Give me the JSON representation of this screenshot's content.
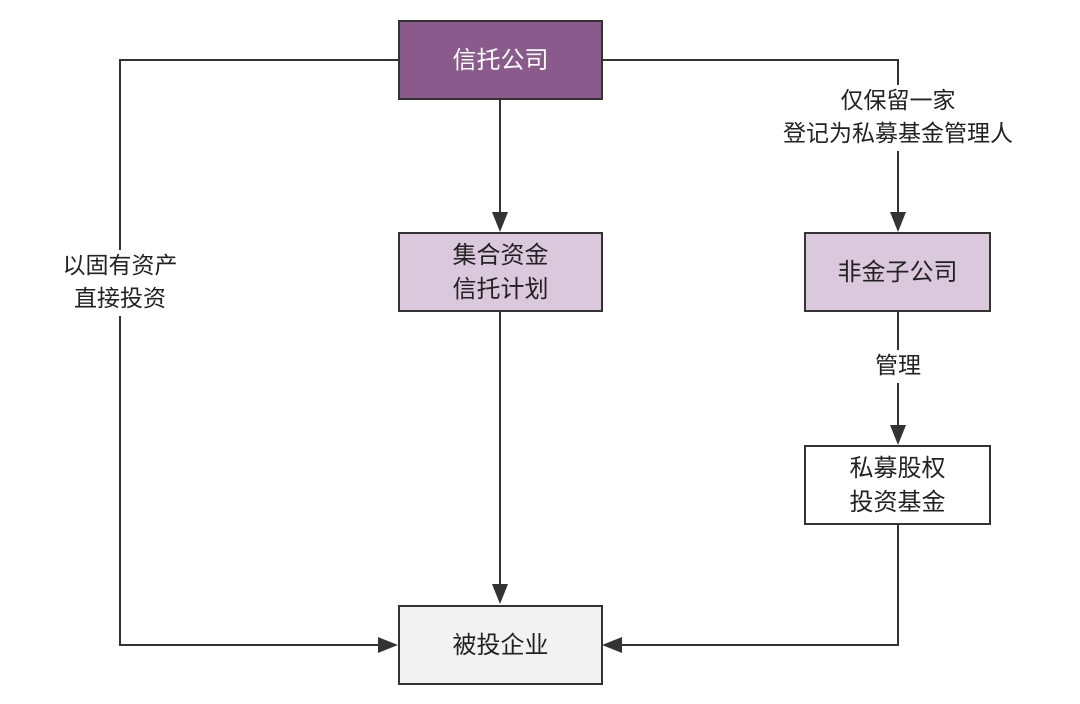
{
  "nodes": {
    "trust_company": {
      "lines": [
        "信托公司"
      ],
      "fill": "#8b5a8c",
      "text_color": "#ffffff"
    },
    "collective_trust_plan": {
      "lines": [
        "集合资金",
        "信托计划"
      ],
      "fill": "#dcc8dc",
      "text_color": "#222222"
    },
    "non_financial_subsidiary": {
      "lines": [
        "非金子公司"
      ],
      "fill": "#dcc8dc",
      "text_color": "#222222"
    },
    "private_equity_fund": {
      "lines": [
        "私募股权",
        "投资基金"
      ],
      "fill": "#ffffff",
      "text_color": "#222222"
    },
    "invested_company": {
      "lines": [
        "被投企业"
      ],
      "fill": "#f2f2f2",
      "text_color": "#222222"
    }
  },
  "edge_labels": {
    "proprietary_direct_investment": [
      "以固有资产",
      "直接投资"
    ],
    "register_only_one": [
      "仅保留一家",
      "登记为私募基金管理人"
    ],
    "manage": [
      "管理"
    ]
  },
  "colors": {
    "line": "#333333",
    "border": "#333333"
  }
}
